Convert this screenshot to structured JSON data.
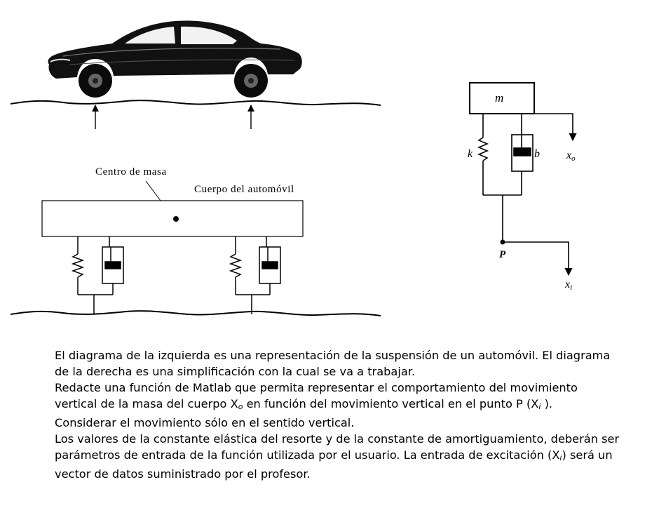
{
  "left_diagram": {
    "label_centro": "Centro de masa",
    "label_cuerpo": "Cuerpo del automóvil"
  },
  "right_diagram": {
    "mass_label": "m",
    "spring_label": "k",
    "damper_label": "b",
    "output_label": "x",
    "output_sub": "o",
    "point_label": "P",
    "input_label": "x",
    "input_sub": "i"
  },
  "paragraph": {
    "line1": "El diagrama de la izquierda  es una representación de la suspensión de un automóvil. El diagrama",
    "line2": "de la derecha es una simplificación con la cual se va a trabajar.",
    "line3": "Redacte una función de Matlab que permita representar el comportamiento del movimiento",
    "line4a": "vertical de la masa del cuerpo X",
    "line4_sub": "o",
    "line4b": "   en función del movimiento vertical en el punto P (X",
    "line4_sub2": "i",
    "line4c": " ).",
    "line5": "Considerar el movimiento sólo en el sentido vertical.",
    "line6": "Los valores de la constante elástica del resorte y de la constante de amortiguamiento, deberán ser",
    "line7a": "parámetros de entrada de la función utilizada por el usuario. La entrada de excitación (X",
    "line7_sub": "i",
    "line7b": ") será un",
    "line8": "vector de datos suministrado por el profesor."
  }
}
